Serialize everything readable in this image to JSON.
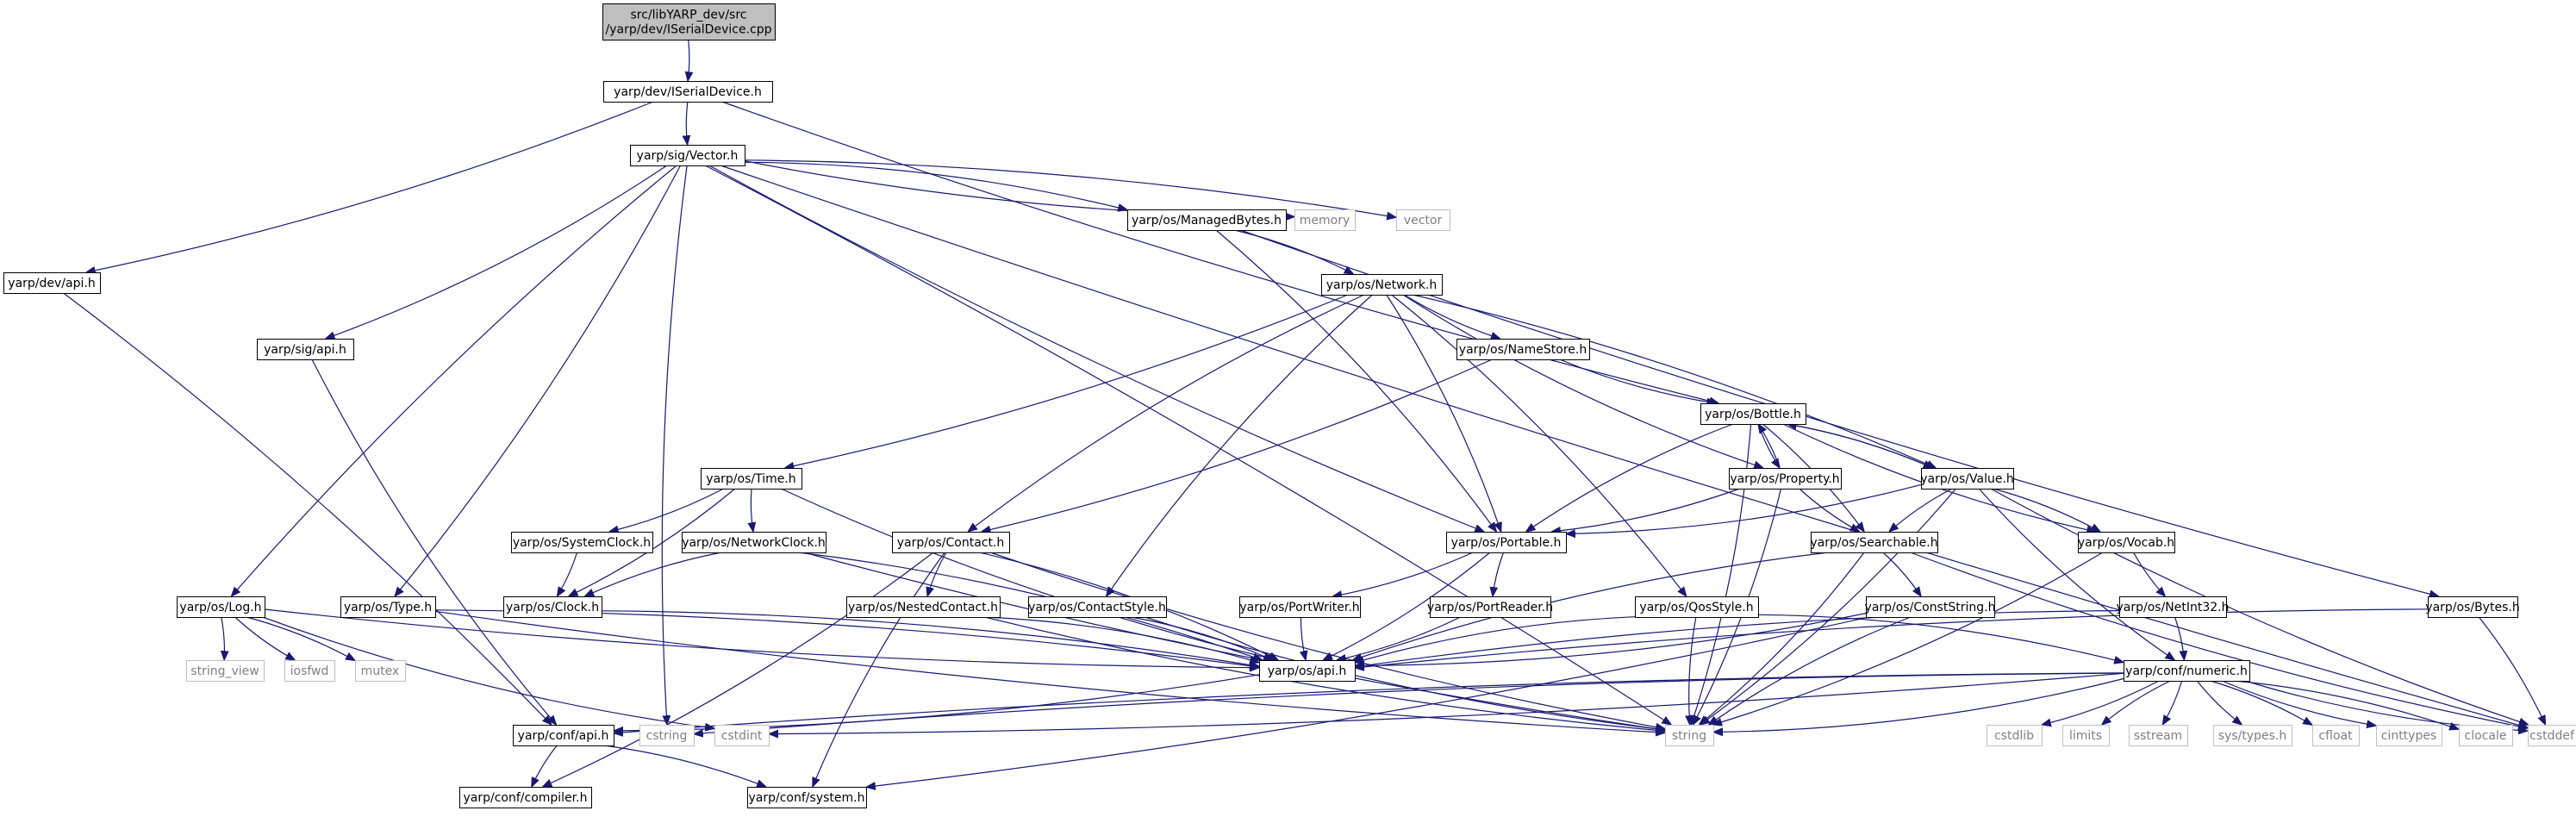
{
  "graph": {
    "title": "",
    "nodes": {
      "iserialdevice_cpp": {
        "lines": [
          "src/libYARP_dev/src",
          "/yarp/dev/ISerialDevice.cpp"
        ],
        "root": true
      },
      "iserialdevice_h": {
        "lines": [
          "yarp/dev/ISerialDevice.h"
        ]
      },
      "sig_vector": {
        "lines": [
          "yarp/sig/Vector.h"
        ]
      },
      "dev_api": {
        "lines": [
          "yarp/dev/api.h"
        ]
      },
      "managedbytes": {
        "lines": [
          "yarp/os/ManagedBytes.h"
        ]
      },
      "memory": {
        "lines": [
          "memory"
        ],
        "system": true
      },
      "vector": {
        "lines": [
          "vector"
        ],
        "system": true
      },
      "network": {
        "lines": [
          "yarp/os/Network.h"
        ]
      },
      "sig_api": {
        "lines": [
          "yarp/sig/api.h"
        ]
      },
      "namestore": {
        "lines": [
          "yarp/os/NameStore.h"
        ]
      },
      "bottle": {
        "lines": [
          "yarp/os/Bottle.h"
        ]
      },
      "time": {
        "lines": [
          "yarp/os/Time.h"
        ]
      },
      "property": {
        "lines": [
          "yarp/os/Property.h"
        ]
      },
      "value": {
        "lines": [
          "yarp/os/Value.h"
        ]
      },
      "systemclock": {
        "lines": [
          "yarp/os/SystemClock.h"
        ]
      },
      "networkclock": {
        "lines": [
          "yarp/os/NetworkClock.h"
        ]
      },
      "contact": {
        "lines": [
          "yarp/os/Contact.h"
        ]
      },
      "portable": {
        "lines": [
          "yarp/os/Portable.h"
        ]
      },
      "searchable": {
        "lines": [
          "yarp/os/Searchable.h"
        ]
      },
      "vocab": {
        "lines": [
          "yarp/os/Vocab.h"
        ]
      },
      "log": {
        "lines": [
          "yarp/os/Log.h"
        ]
      },
      "type": {
        "lines": [
          "yarp/os/Type.h"
        ]
      },
      "clock": {
        "lines": [
          "yarp/os/Clock.h"
        ]
      },
      "nestedcontact": {
        "lines": [
          "yarp/os/NestedContact.h"
        ]
      },
      "contactstyle": {
        "lines": [
          "yarp/os/ContactStyle.h"
        ]
      },
      "portwriter": {
        "lines": [
          "yarp/os/PortWriter.h"
        ]
      },
      "portreader": {
        "lines": [
          "yarp/os/PortReader.h"
        ]
      },
      "qosstyle": {
        "lines": [
          "yarp/os/QosStyle.h"
        ]
      },
      "conststring": {
        "lines": [
          "yarp/os/ConstString.h"
        ]
      },
      "netint32": {
        "lines": [
          "yarp/os/NetInt32.h"
        ]
      },
      "bytes": {
        "lines": [
          "yarp/os/Bytes.h"
        ]
      },
      "os_api": {
        "lines": [
          "yarp/os/api.h"
        ]
      },
      "numeric": {
        "lines": [
          "yarp/conf/numeric.h"
        ]
      },
      "string_view": {
        "lines": [
          "string_view"
        ],
        "system": true
      },
      "iosfwd": {
        "lines": [
          "iosfwd"
        ],
        "system": true
      },
      "mutex": {
        "lines": [
          "mutex"
        ],
        "system": true
      },
      "conf_api": {
        "lines": [
          "yarp/conf/api.h"
        ]
      },
      "cstring": {
        "lines": [
          "cstring"
        ],
        "system": true
      },
      "cstdint": {
        "lines": [
          "cstdint"
        ],
        "system": true
      },
      "string": {
        "lines": [
          "string"
        ],
        "system": true
      },
      "cstdlib": {
        "lines": [
          "cstdlib"
        ],
        "system": true
      },
      "limits": {
        "lines": [
          "limits"
        ],
        "system": true
      },
      "sstream": {
        "lines": [
          "sstream"
        ],
        "system": true
      },
      "sys_types": {
        "lines": [
          "sys/types.h"
        ],
        "system": true
      },
      "cfloat": {
        "lines": [
          "cfloat"
        ],
        "system": true
      },
      "cinttypes": {
        "lines": [
          "cinttypes"
        ],
        "system": true
      },
      "clocale": {
        "lines": [
          "clocale"
        ],
        "system": true
      },
      "cstddef": {
        "lines": [
          "cstddef"
        ],
        "system": true
      },
      "compiler": {
        "lines": [
          "yarp/conf/compiler.h"
        ]
      },
      "system": {
        "lines": [
          "yarp/conf/system.h"
        ]
      }
    },
    "edges": [
      [
        "iserialdevice_cpp",
        "iserialdevice_h"
      ],
      [
        "iserialdevice_h",
        "sig_vector"
      ],
      [
        "iserialdevice_h",
        "dev_api"
      ],
      [
        "iserialdevice_h",
        "bottle"
      ],
      [
        "sig_vector",
        "managedbytes"
      ],
      [
        "sig_vector",
        "memory"
      ],
      [
        "sig_vector",
        "vector"
      ],
      [
        "sig_vector",
        "cstddef"
      ],
      [
        "sig_vector",
        "sig_api"
      ],
      [
        "sig_vector",
        "log"
      ],
      [
        "sig_vector",
        "type"
      ],
      [
        "sig_vector",
        "portable"
      ],
      [
        "sig_vector",
        "string"
      ],
      [
        "sig_vector",
        "cstring"
      ],
      [
        "dev_api",
        "conf_api"
      ],
      [
        "sig_api",
        "conf_api"
      ],
      [
        "managedbytes",
        "network"
      ],
      [
        "managedbytes",
        "bytes"
      ],
      [
        "managedbytes",
        "portable"
      ],
      [
        "network",
        "namestore"
      ],
      [
        "network",
        "time"
      ],
      [
        "network",
        "contact"
      ],
      [
        "network",
        "portable"
      ],
      [
        "network",
        "property"
      ],
      [
        "network",
        "value"
      ],
      [
        "network",
        "contactstyle"
      ],
      [
        "network",
        "qosstyle"
      ],
      [
        "namestore",
        "bottle"
      ],
      [
        "namestore",
        "contact"
      ],
      [
        "bottle",
        "property"
      ],
      [
        "bottle",
        "value"
      ],
      [
        "bottle",
        "portable"
      ],
      [
        "bottle",
        "searchable"
      ],
      [
        "bottle",
        "vocab"
      ],
      [
        "bottle",
        "string"
      ],
      [
        "property",
        "bottle"
      ],
      [
        "property",
        "portable"
      ],
      [
        "property",
        "searchable"
      ],
      [
        "property",
        "string"
      ],
      [
        "value",
        "bottle"
      ],
      [
        "value",
        "portable"
      ],
      [
        "value",
        "searchable"
      ],
      [
        "value",
        "vocab"
      ],
      [
        "value",
        "numeric"
      ],
      [
        "value",
        "string"
      ],
      [
        "value",
        "cstddef"
      ],
      [
        "time",
        "systemclock"
      ],
      [
        "time",
        "networkclock"
      ],
      [
        "time",
        "clock"
      ],
      [
        "time",
        "os_api"
      ],
      [
        "systemclock",
        "clock"
      ],
      [
        "networkclock",
        "clock"
      ],
      [
        "networkclock",
        "os_api"
      ],
      [
        "networkclock",
        "string"
      ],
      [
        "clock",
        "os_api"
      ],
      [
        "contact",
        "nestedcontact"
      ],
      [
        "contact",
        "os_api"
      ],
      [
        "contact",
        "string"
      ],
      [
        "contact",
        "compiler"
      ],
      [
        "contact",
        "system"
      ],
      [
        "nestedcontact",
        "os_api"
      ],
      [
        "nestedcontact",
        "string"
      ],
      [
        "contactstyle",
        "os_api"
      ],
      [
        "contactstyle",
        "string"
      ],
      [
        "portable",
        "portwriter"
      ],
      [
        "portable",
        "portreader"
      ],
      [
        "portable",
        "os_api"
      ],
      [
        "portwriter",
        "os_api"
      ],
      [
        "portreader",
        "os_api"
      ],
      [
        "qosstyle",
        "os_api"
      ],
      [
        "qosstyle",
        "numeric"
      ],
      [
        "qosstyle",
        "string"
      ],
      [
        "searchable",
        "conststring"
      ],
      [
        "searchable",
        "os_api"
      ],
      [
        "searchable",
        "string"
      ],
      [
        "searchable",
        "cstddef"
      ],
      [
        "conststring",
        "os_api"
      ],
      [
        "conststring",
        "string"
      ],
      [
        "conststring",
        "system"
      ],
      [
        "vocab",
        "netint32"
      ],
      [
        "vocab",
        "string"
      ],
      [
        "netint32",
        "os_api"
      ],
      [
        "netint32",
        "numeric"
      ],
      [
        "bytes",
        "os_api"
      ],
      [
        "bytes",
        "cstddef"
      ],
      [
        "log",
        "os_api"
      ],
      [
        "log",
        "string_view"
      ],
      [
        "log",
        "iosfwd"
      ],
      [
        "log",
        "mutex"
      ],
      [
        "log",
        "cstdint"
      ],
      [
        "type",
        "os_api"
      ],
      [
        "type",
        "string"
      ],
      [
        "os_api",
        "conf_api"
      ],
      [
        "numeric",
        "conf_api"
      ],
      [
        "numeric",
        "cstdlib"
      ],
      [
        "numeric",
        "limits"
      ],
      [
        "numeric",
        "sstream"
      ],
      [
        "numeric",
        "sys_types"
      ],
      [
        "numeric",
        "cfloat"
      ],
      [
        "numeric",
        "cinttypes"
      ],
      [
        "numeric",
        "clocale"
      ],
      [
        "numeric",
        "cstddef"
      ],
      [
        "numeric",
        "cstdint"
      ],
      [
        "numeric",
        "cstring"
      ],
      [
        "numeric",
        "string"
      ],
      [
        "conf_api",
        "compiler"
      ],
      [
        "conf_api",
        "system"
      ]
    ]
  }
}
